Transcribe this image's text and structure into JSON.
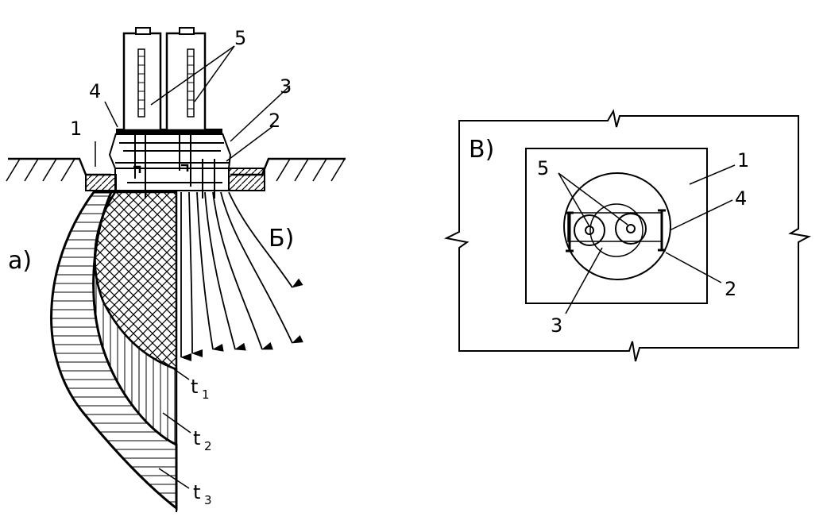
{
  "section_view": {
    "label_a": "a)",
    "label_b": "Б)",
    "callouts": {
      "c1": "1",
      "c2": "2",
      "c3": "3",
      "c4": "4",
      "c5": "5"
    },
    "front_labels": [
      {
        "main": "t",
        "sub": "1"
      },
      {
        "main": "t",
        "sub": "2"
      },
      {
        "main": "t",
        "sub": "3"
      }
    ]
  },
  "plan_view": {
    "label_v": "B)",
    "callouts": {
      "c1": "1",
      "c2": "2",
      "c3": "3",
      "c4": "4",
      "c5": "5"
    }
  }
}
